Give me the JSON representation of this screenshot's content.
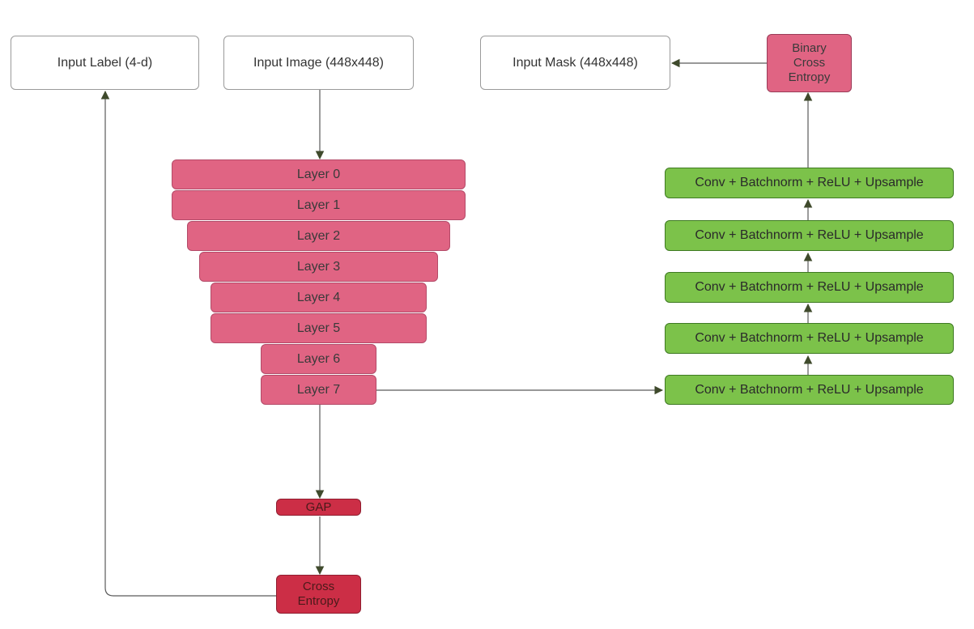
{
  "inputs": {
    "label": "Input Label (4-d)",
    "image": "Input Image (448x448)",
    "mask": "Input Mask (448x448)"
  },
  "bce": {
    "line1": "Binary",
    "line2": "Cross",
    "line3": "Entropy"
  },
  "encoder": {
    "layers": [
      "Layer 0",
      "Layer 1",
      "Layer 2",
      "Layer 3",
      "Layer 4",
      "Layer 5",
      "Layer 6",
      "Layer 7"
    ]
  },
  "decoder": {
    "blocks": [
      "Conv + Batchnorm + ReLU + Upsample",
      "Conv + Batchnorm + ReLU + Upsample",
      "Conv + Batchnorm + ReLU + Upsample",
      "Conv + Batchnorm + ReLU + Upsample",
      "Conv + Batchnorm + ReLU + Upsample"
    ]
  },
  "gap": "GAP",
  "ce": {
    "line1": "Cross",
    "line2": "Entropy"
  },
  "colors": {
    "layer": "#e06483",
    "dark_red": "#cc2e46",
    "decoder": "#7cc24a",
    "arrow": "#3f4a2c"
  }
}
